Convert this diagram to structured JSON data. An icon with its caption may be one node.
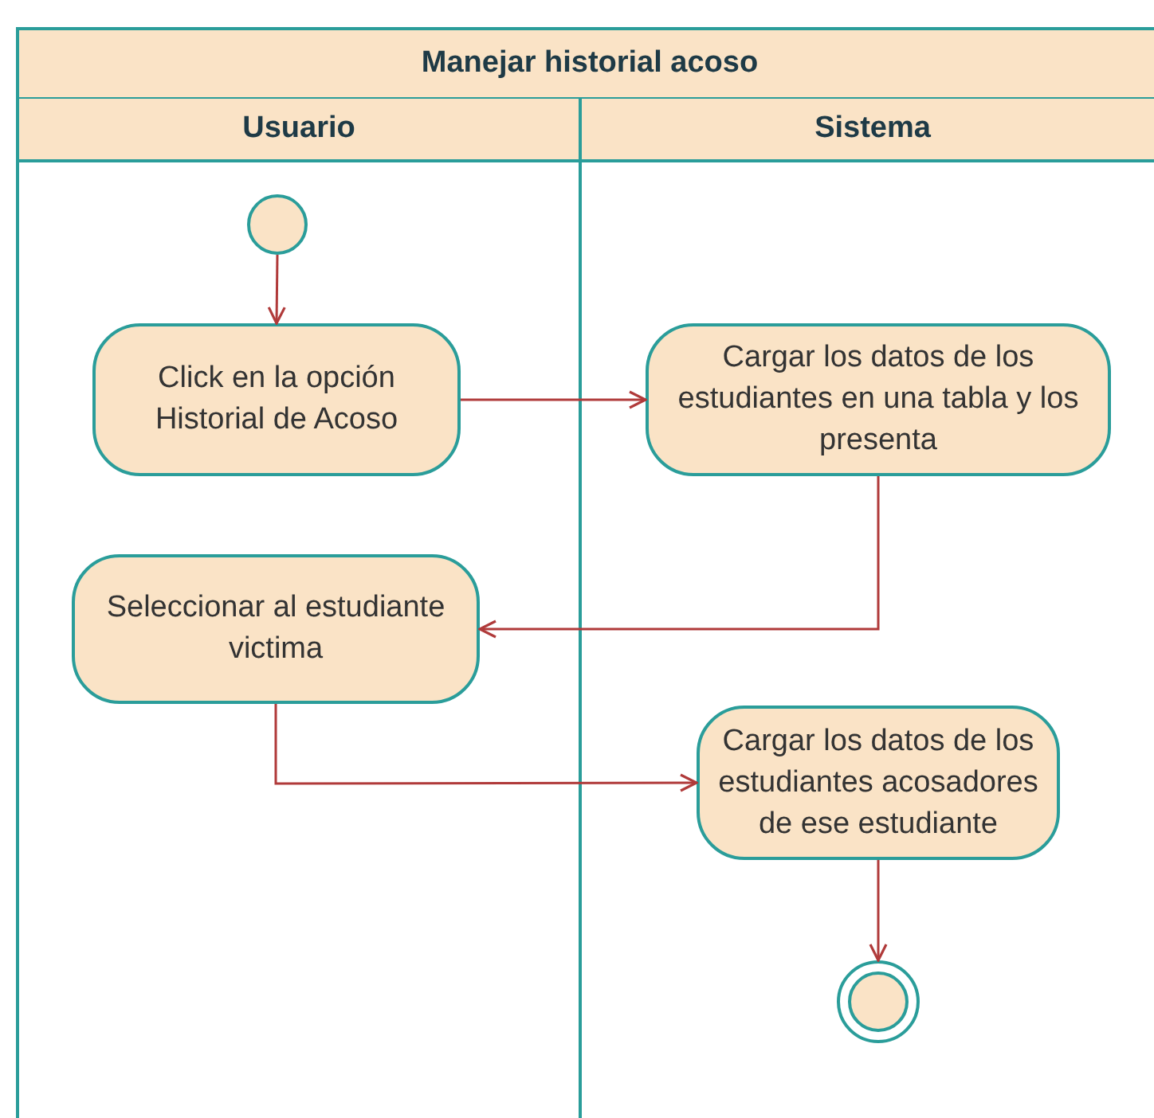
{
  "diagram": {
    "nodes": [
      {
        "text": [
          "Manejar historial acoso"
        ]
      },
      {
        "text": [
          "Usuario"
        ],
        "in": 0
      },
      {
        "text": [
          "Sistema"
        ],
        "in": 0
      },
      {
        "text": [],
        "shape": "circle",
        "in": 1
      },
      {
        "text": [
          "Click en la opción Historial de Acoso"
        ],
        "in": 1
      },
      {
        "text": [
          "Cargar los datos de los estudiantes en una tabla y los presenta"
        ],
        "in": 2
      },
      {
        "text": [
          "Seleccionar al estudiante victima"
        ],
        "in": 1
      },
      {
        "text": [
          "Cargar los datos de los estudiantes acosadores de ese estudiante"
        ],
        "in": 2
      },
      {
        "text": [],
        "shape": "bullseye",
        "in": 2
      }
    ],
    "edges": [
      {
        "from": 3,
        "to": 4,
        "arrow": "to"
      },
      {
        "from": 4,
        "to": 5,
        "arrow": "to"
      },
      {
        "from": 5,
        "to": 6,
        "arrow": "to"
      },
      {
        "from": 6,
        "to": 7,
        "arrow": "to"
      },
      {
        "from": 7,
        "to": 8,
        "arrow": "to"
      }
    ]
  }
}
